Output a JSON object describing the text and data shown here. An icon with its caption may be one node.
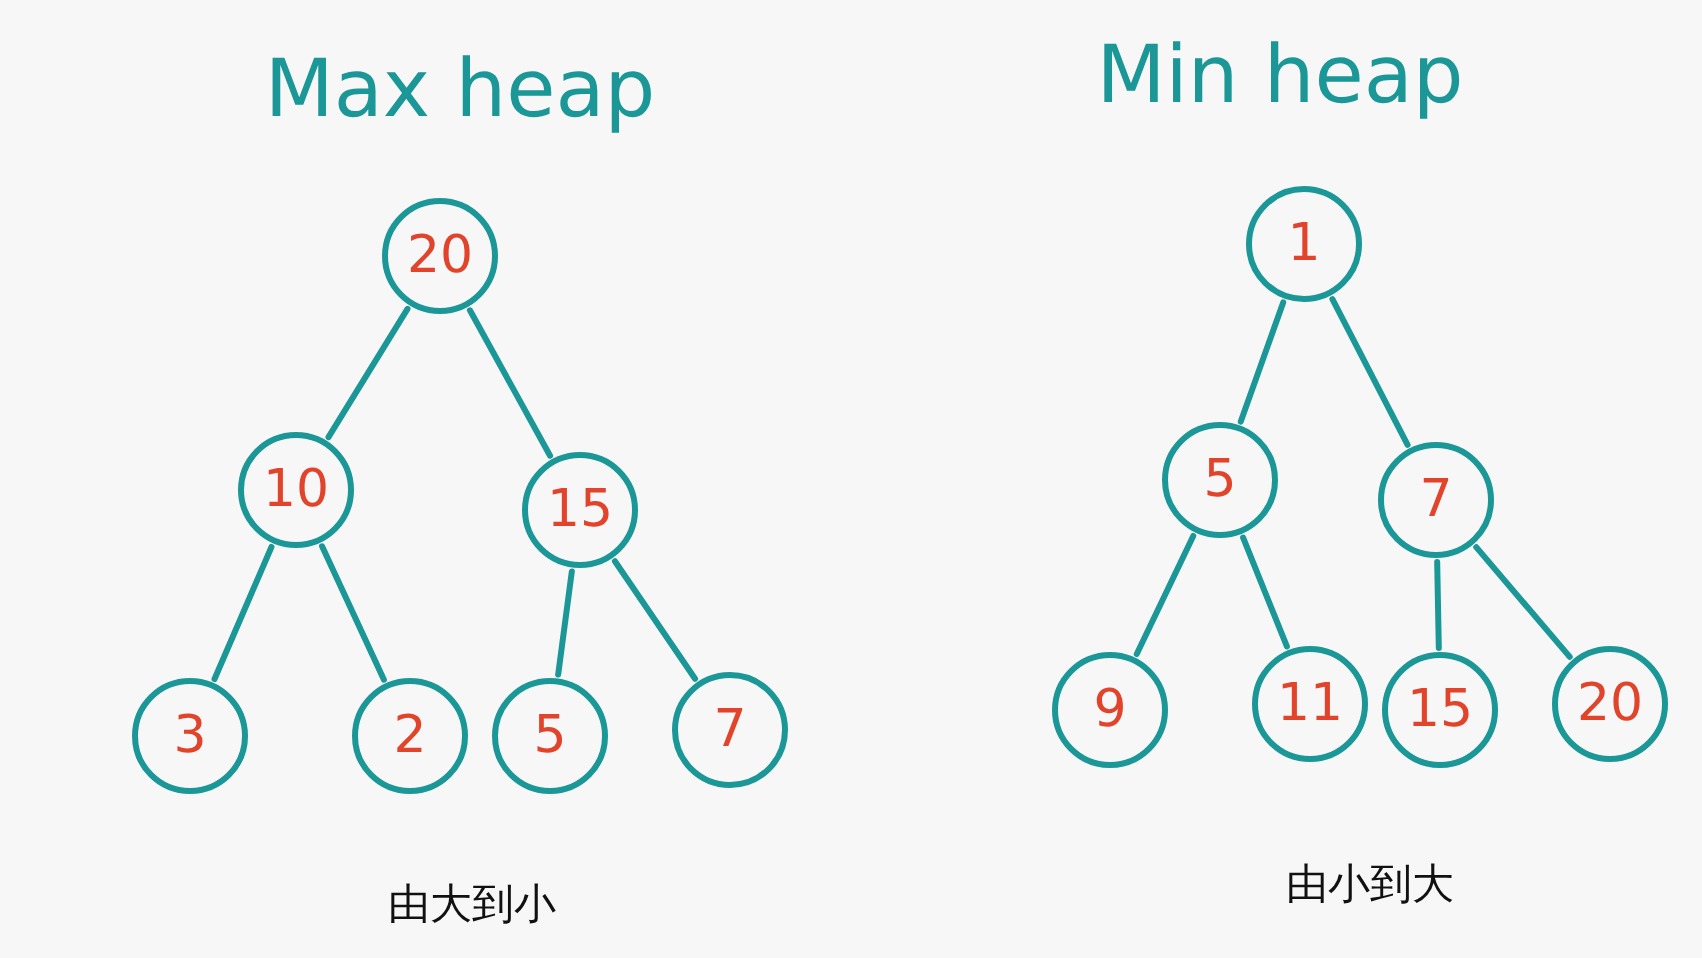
{
  "diagram": {
    "nodes": [
      {
        "text": [
          "20"
        ]
      },
      {
        "text": [
          "10"
        ]
      },
      {
        "text": [
          "15"
        ]
      },
      {
        "text": [
          "3"
        ]
      },
      {
        "text": [
          "2"
        ]
      },
      {
        "text": [
          "5"
        ]
      },
      {
        "text": [
          "7"
        ]
      },
      {
        "text": [
          "1"
        ]
      },
      {
        "text": [
          "5"
        ]
      },
      {
        "text": [
          "7"
        ]
      },
      {
        "text": [
          "9"
        ]
      },
      {
        "text": [
          "11"
        ]
      },
      {
        "text": [
          "15"
        ]
      },
      {
        "text": [
          "20"
        ]
      }
    ],
    "edges": [
      {
        "from": 0,
        "to": 1,
        "arrow": "none"
      },
      {
        "from": 0,
        "to": 2,
        "arrow": "none"
      },
      {
        "from": 1,
        "to": 3,
        "arrow": "none"
      },
      {
        "from": 1,
        "to": 4,
        "arrow": "none"
      },
      {
        "from": 2,
        "to": 5,
        "arrow": "none"
      },
      {
        "from": 2,
        "to": 6,
        "arrow": "none"
      },
      {
        "from": 7,
        "to": 8,
        "arrow": "none"
      },
      {
        "from": 7,
        "to": 9,
        "arrow": "none"
      },
      {
        "from": 8,
        "to": 10,
        "arrow": "none"
      },
      {
        "from": 8,
        "to": 11,
        "arrow": "none"
      },
      {
        "from": 9,
        "to": 12,
        "arrow": "none"
      },
      {
        "from": 9,
        "to": 13,
        "arrow": "none"
      }
    ],
    "labels": [
      "Max heap",
      "Min heap",
      "由大到小",
      "由小到大"
    ]
  }
}
